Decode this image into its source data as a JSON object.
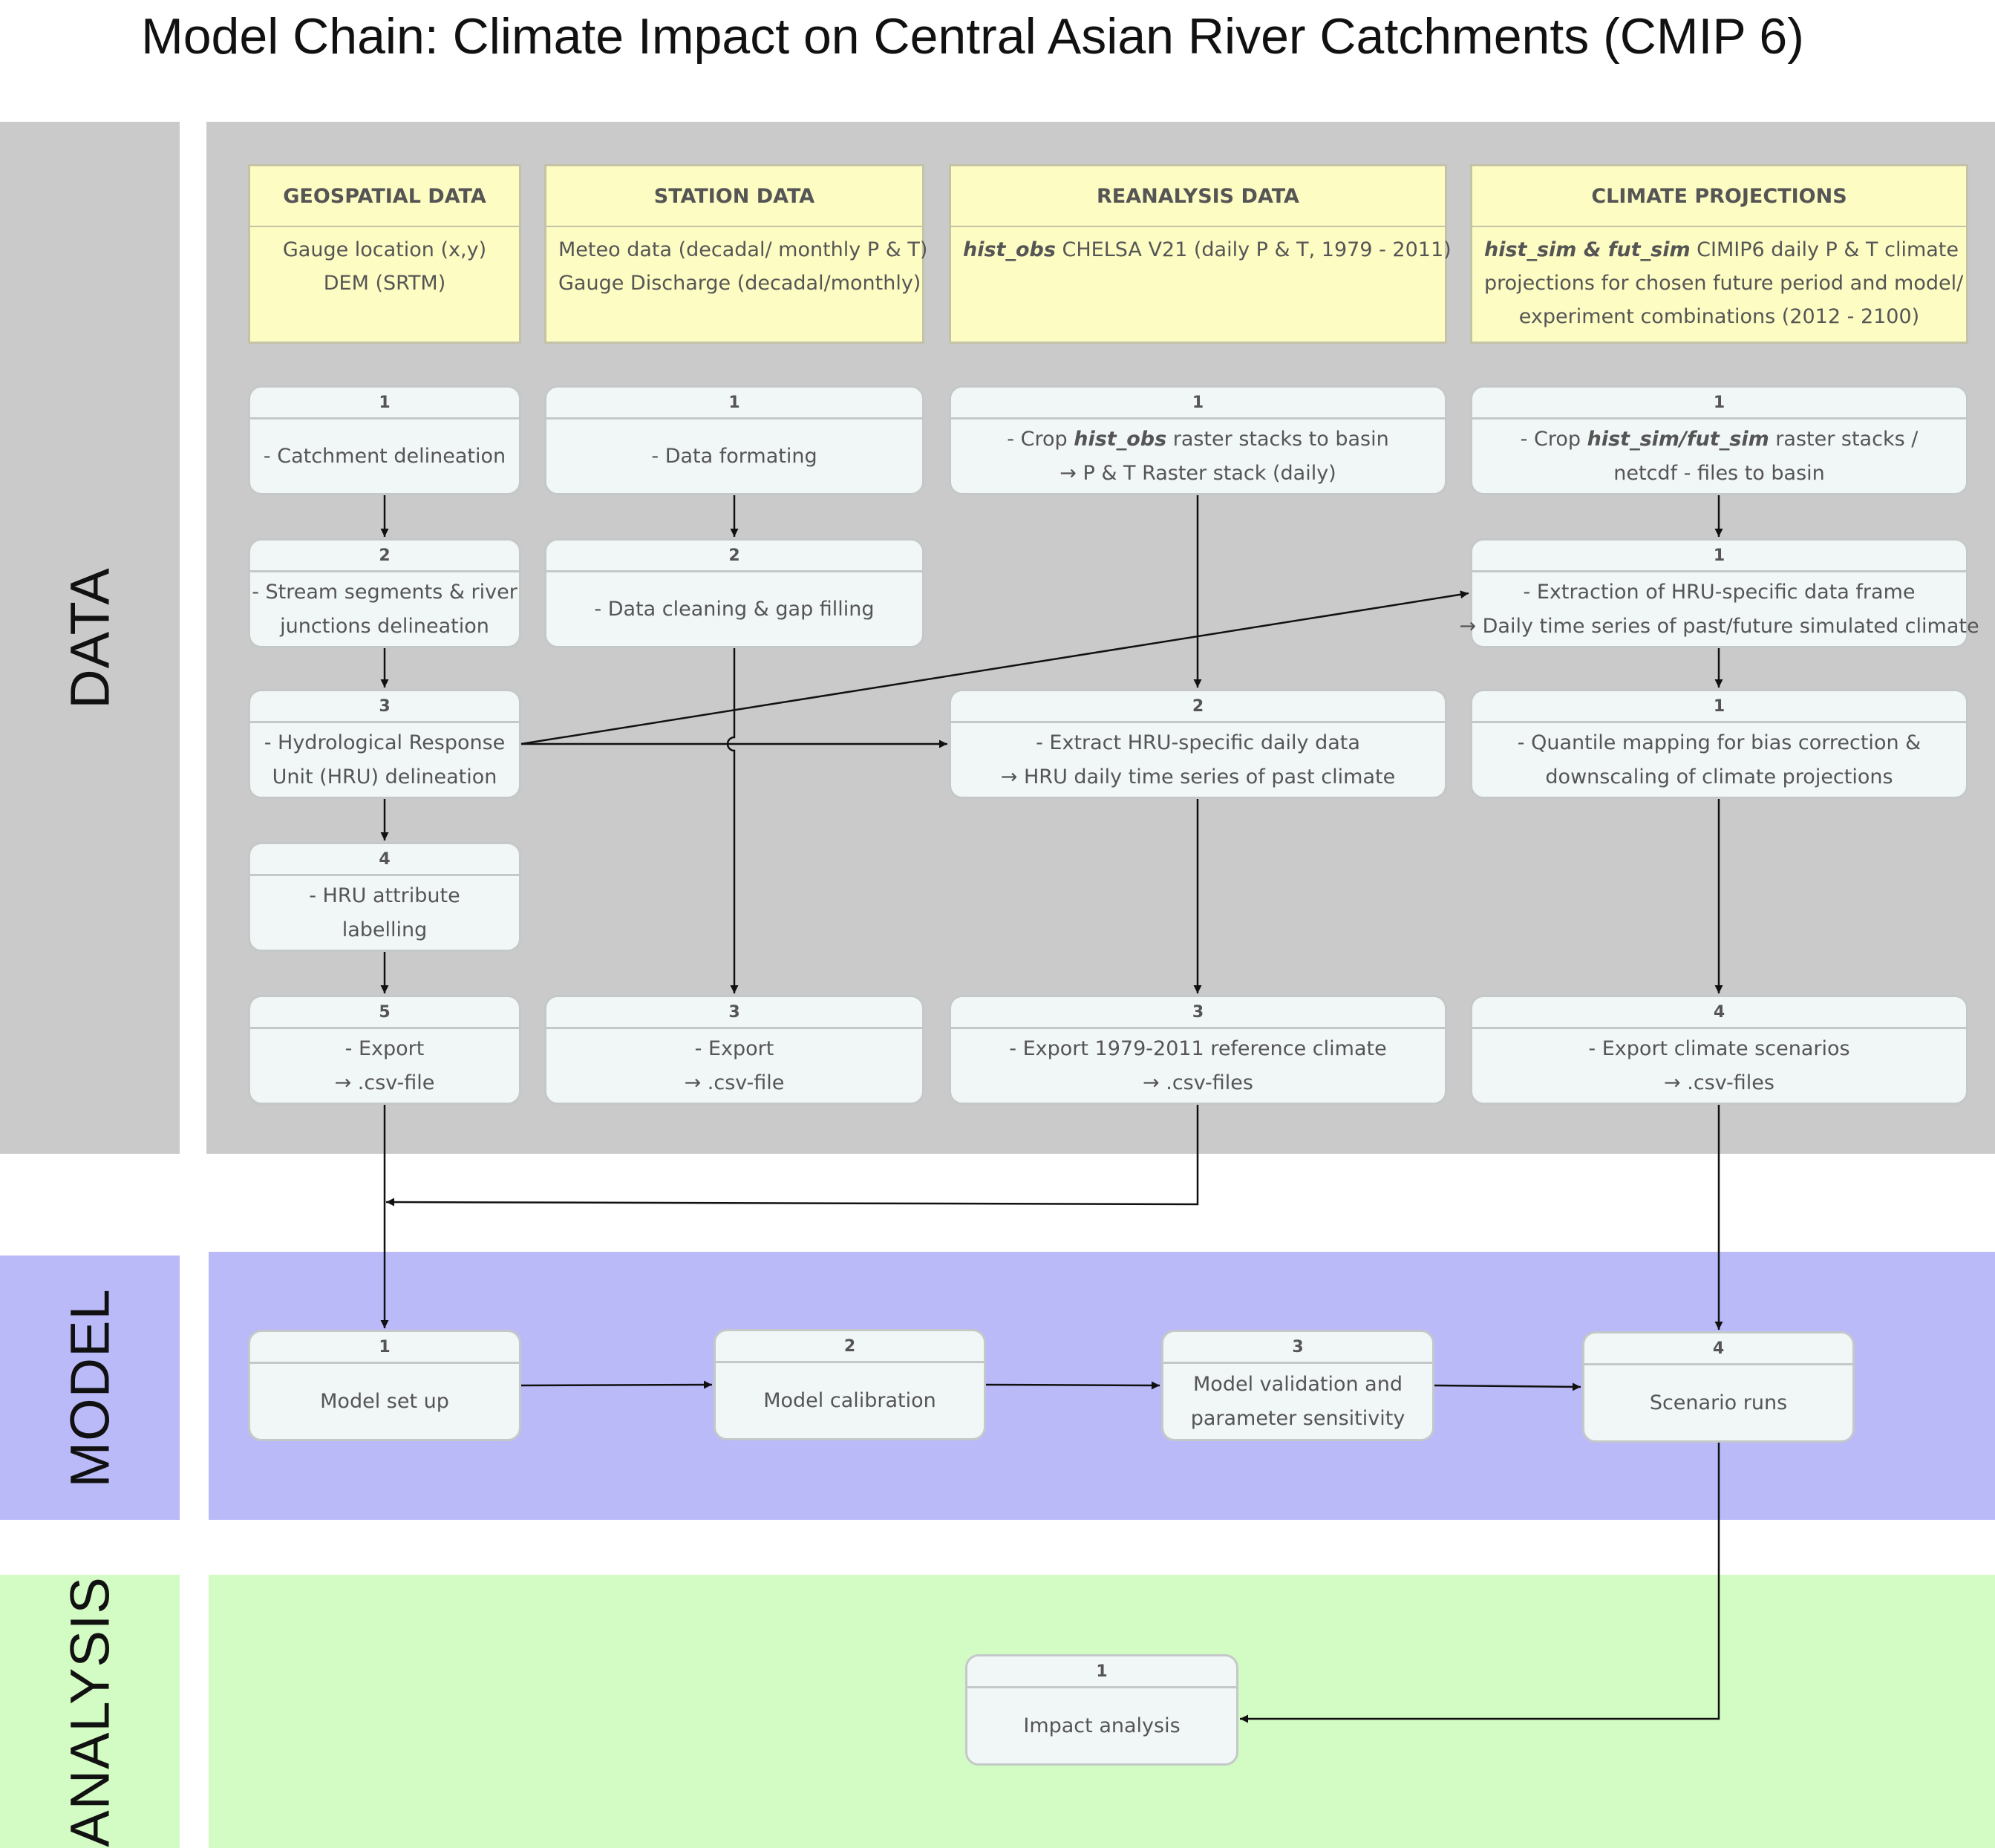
{
  "title": "Model Chain: Climate Impact on Central Asian River Catchments (CMIP 6)",
  "colors": {
    "data_band": "#cacaca",
    "model_band": "#babaf9",
    "analysis_band": "#d3fbc4",
    "source_box": "#fdfcc3",
    "process_box": "#f1f6f6"
  },
  "lanes": {
    "data": "DATA",
    "model": "MODEL",
    "analysis": "ANALYSIS"
  },
  "sources": {
    "geospatial": {
      "title": "GEOSPATIAL DATA",
      "line1": "Gauge location (x,y)",
      "line2": "DEM (SRTM)"
    },
    "station": {
      "title": "STATION DATA",
      "line1": "Meteo data (decadal/ monthly P & T)",
      "line2": "Gauge Discharge (decadal/monthly)"
    },
    "reanalysis": {
      "title": "REANALYSIS DATA",
      "line1_em": "hist_obs",
      "line1_rest": " CHELSA V21 (daily P & T, 1979 - 2011)"
    },
    "projections": {
      "title": "CLIMATE PROJECTIONS",
      "line1_em": "hist_sim & fut_sim",
      "line1_rest": " CIMIP6 daily P & T climate",
      "line2": "projections for chosen future period and model/",
      "line3": "experiment combinations (2012 - 2100)"
    }
  },
  "geo_steps": [
    {
      "num": "1",
      "l1": "- Catchment delineation"
    },
    {
      "num": "2",
      "l1": "- Stream segments & river",
      "l2": "junctions delineation"
    },
    {
      "num": "3",
      "l1": "- Hydrological Response",
      "l2": "Unit (HRU) delineation"
    },
    {
      "num": "4",
      "l1": "- HRU attribute",
      "l2": "labelling"
    },
    {
      "num": "5",
      "l1": "- Export",
      "l2": "→ .csv-file"
    }
  ],
  "station_steps": [
    {
      "num": "1",
      "l1": "- Data formating"
    },
    {
      "num": "2",
      "l1": "- Data cleaning & gap filling"
    },
    {
      "num": "3",
      "l1": "- Export",
      "l2": "→ .csv-file"
    }
  ],
  "reanalysis_steps": [
    {
      "num": "1",
      "l1_pre": "- Crop ",
      "l1_em": "hist_obs",
      "l1_post": " raster stacks to basin",
      "l2": "→ P & T Raster stack (daily)"
    },
    {
      "num": "2",
      "l1": "- Extract HRU-specific daily data",
      "l2": "→ HRU daily time series of past climate"
    },
    {
      "num": "3",
      "l1": "- Export 1979-2011 reference climate",
      "l2": "→ .csv-files"
    }
  ],
  "projection_steps": [
    {
      "num": "1",
      "l1_pre": "- Crop ",
      "l1_em": "hist_sim/fut_sim",
      "l1_post": " raster stacks /",
      "l2": "netcdf - files to basin"
    },
    {
      "num": "1",
      "l1": "- Extraction of HRU-specific data frame",
      "l2": "→ Daily time series of past/future simulated climate"
    },
    {
      "num": "1",
      "l1": "- Quantile mapping for bias correction &",
      "l2": "downscaling of climate projections"
    },
    {
      "num": "4",
      "l1": "- Export climate scenarios",
      "l2": "→ .csv-files"
    }
  ],
  "model_steps": [
    {
      "num": "1",
      "l1": "Model set up"
    },
    {
      "num": "2",
      "l1": "Model calibration"
    },
    {
      "num": "3",
      "l1": "Model validation and",
      "l2": "parameter sensitivity"
    },
    {
      "num": "4",
      "l1": "Scenario runs"
    }
  ],
  "analysis_steps": [
    {
      "num": "1",
      "l1": "Impact analysis"
    }
  ]
}
